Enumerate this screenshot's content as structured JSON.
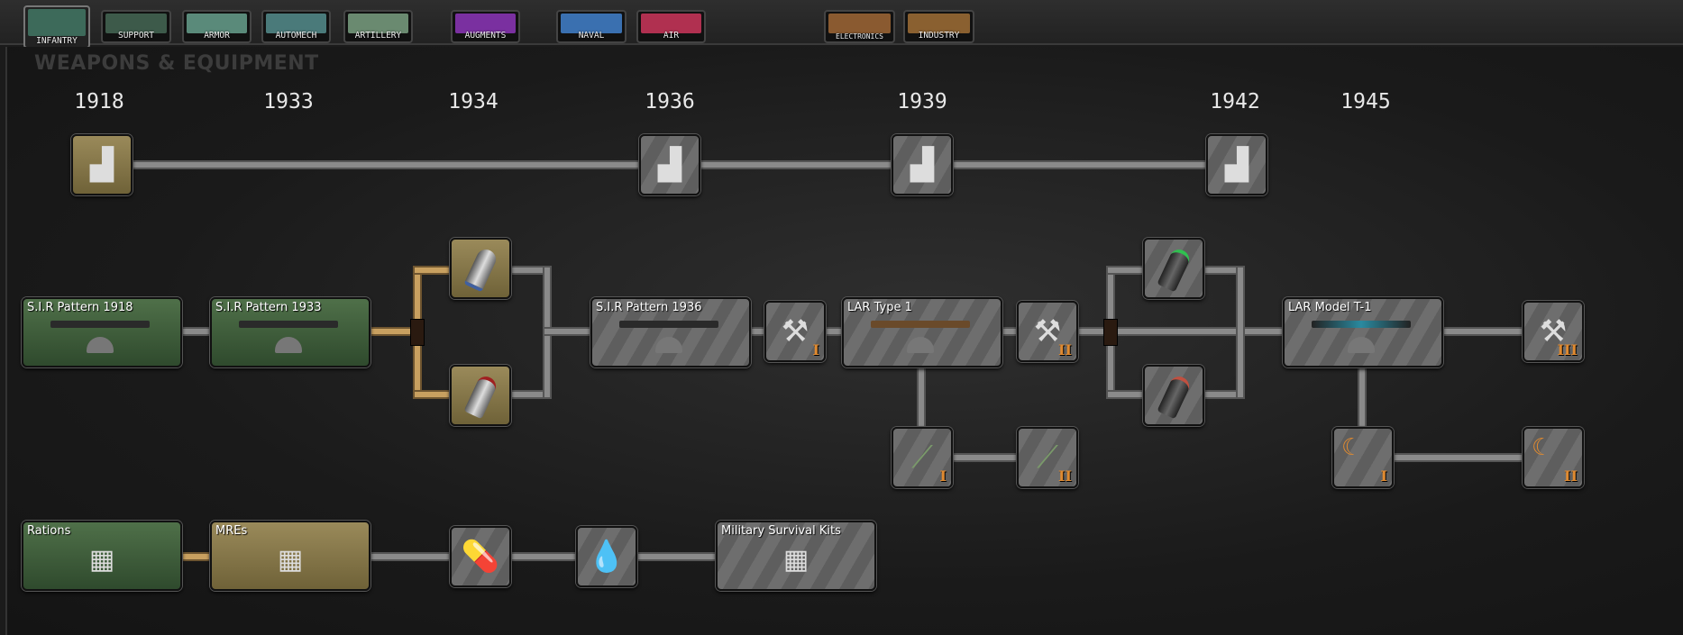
{
  "tabs": [
    {
      "label": "INFANTRY",
      "color": "#3d6a5a",
      "active": true
    },
    {
      "label": "SUPPORT",
      "color": "#3d5a4a"
    },
    {
      "label": "ARMOR",
      "color": "#5a8a7a"
    },
    {
      "label": "AUTOMECH",
      "color": "#4a7a7a"
    },
    {
      "label": "ARTILLERY",
      "color": "#6a8a70"
    },
    {
      "label": "AUGMENTS",
      "color": "#7a30a0"
    },
    {
      "label": "NAVAL",
      "color": "#3a70b0"
    },
    {
      "label": "AIR",
      "color": "#b03050"
    },
    {
      "label": "ELECTRONICS",
      "color": "#8a5a30"
    },
    {
      "label": "INDUSTRY",
      "color": "#8a6030"
    }
  ],
  "title": "WEAPONS & EQUIPMENT",
  "years": [
    "1918",
    "1933",
    "1934",
    "1936",
    "1939",
    "1942",
    "1945"
  ],
  "nodes": {
    "sir1918": "S.I.R Pattern 1918",
    "sir1933": "S.I.R Pattern 1933",
    "sir1936": "S.I.R Pattern 1936",
    "lar1": "LAR Type 1",
    "lart1": "LAR Model T-1",
    "rations": "Rations",
    "mres": "MREs",
    "msk": "Military Survival Kits"
  },
  "levels": {
    "i": "I",
    "ii": "II",
    "iii": "III"
  }
}
